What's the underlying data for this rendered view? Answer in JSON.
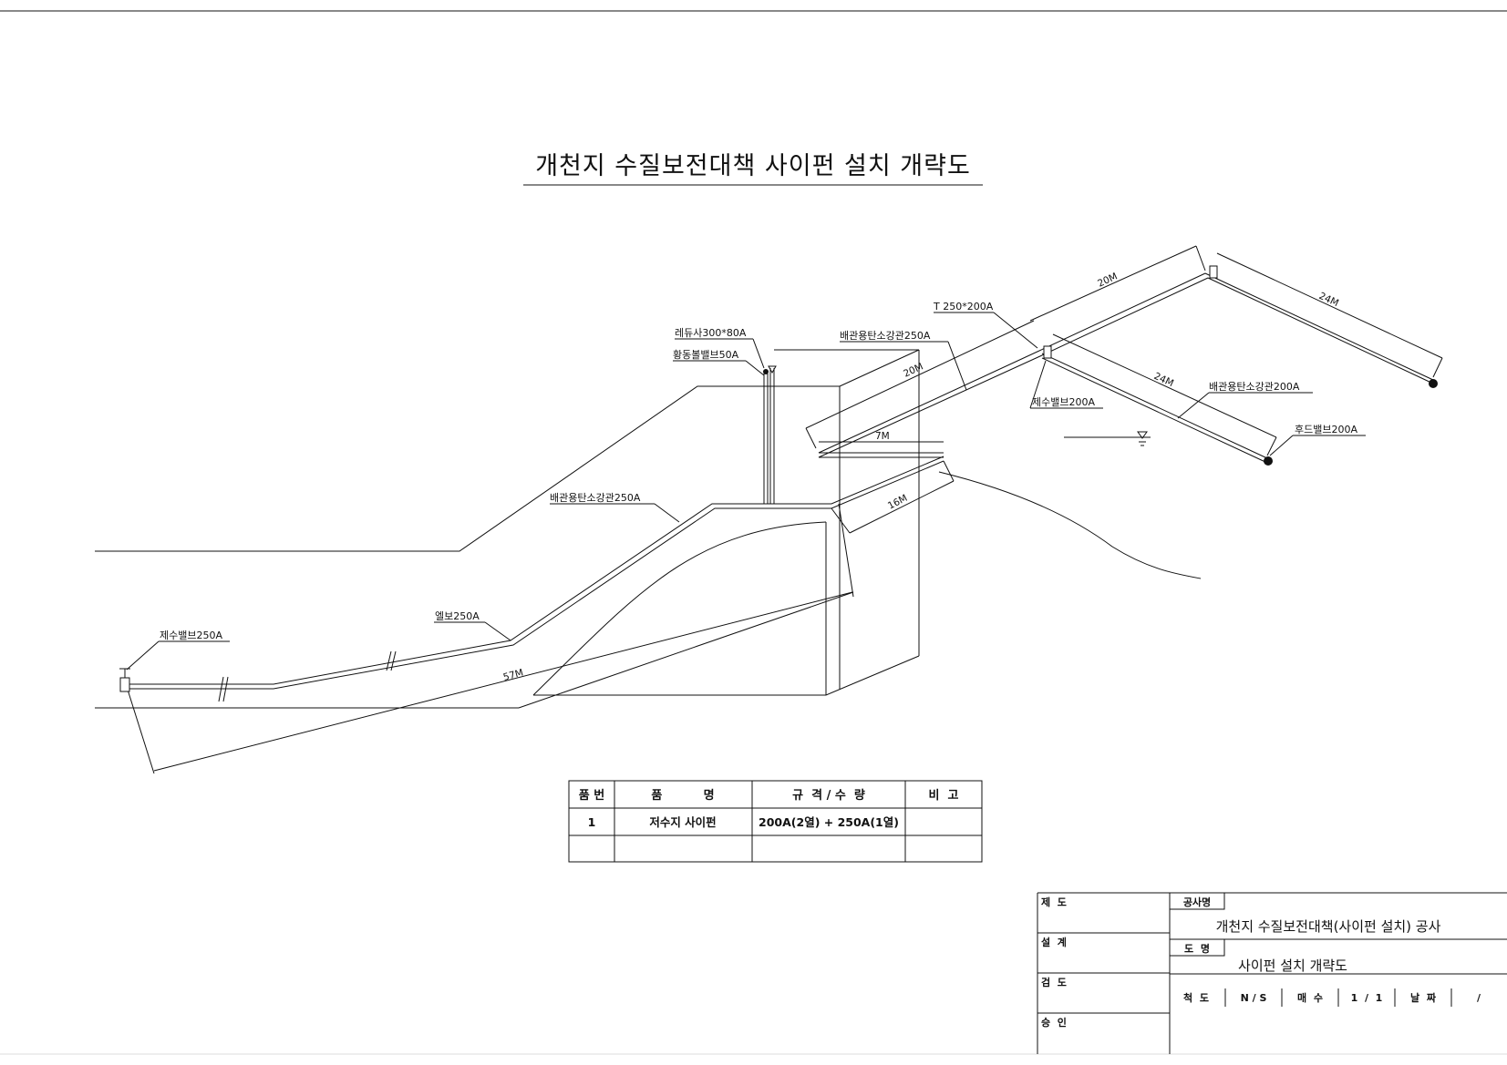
{
  "title": "개천지 수질보전대책 사이펀 설치 개략도",
  "labels": {
    "reducer": "레듀사300*80A",
    "brass_ball_valve": "황동볼밸브50A",
    "tee": "T 250*200A",
    "pipe_250_upper": "배관용탄소강관250A",
    "pipe_250_lower": "배관용탄소강관250A",
    "pipe_200": "배관용탄소강관200A",
    "water_valve_200": "제수밸브200A",
    "foot_valve_200": "후드밸브200A",
    "elbow_250": "엘보250A",
    "water_valve_250": "제수밸브250A"
  },
  "dimensions": {
    "d_20m_top": "20M",
    "d_24m_right": "24M",
    "d_20m_mid": "20M",
    "d_24m_mid": "24M",
    "d_7m": "7M",
    "d_16m": "16M",
    "d_57m": "57M"
  },
  "parts_table": {
    "headers": [
      "품 번",
      "품          명",
      "규  격 / 수  량",
      "비  고"
    ],
    "rows": [
      [
        "1",
        "저수지 사이펀",
        "200A(2열) + 250A(1열)",
        ""
      ],
      [
        "",
        "",
        "",
        ""
      ]
    ]
  },
  "title_block": {
    "roles": [
      "제  도",
      "설  계",
      "검  도",
      "승  인"
    ],
    "project_tag": "공사명",
    "project_name": "개천지 수질보전대책(사이펀 설치) 공사",
    "drawing_tag": "도  명",
    "drawing_name": "사이펀 설치 개략도",
    "scale_label": "척  도",
    "scale_value": "N / S",
    "sheets_label": "매  수",
    "sheets_value": "1  /  1",
    "date_label": "날  짜",
    "date_value": "/"
  }
}
